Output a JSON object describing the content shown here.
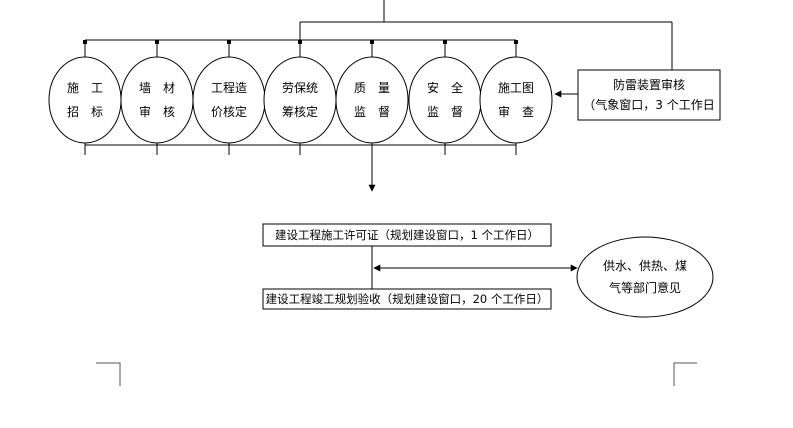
{
  "departments": [
    {
      "line1": "施　工",
      "line2": "招　标"
    },
    {
      "line1": "墙　材",
      "line2": "审　核"
    },
    {
      "line1": "工程造",
      "line2": "价核定"
    },
    {
      "line1": "劳保统",
      "line2": "筹核定"
    },
    {
      "line1": "质　量",
      "line2": "监　督"
    },
    {
      "line1": "安　全",
      "line2": "监　督"
    },
    {
      "line1": "施工图",
      "line2": "审　查"
    }
  ],
  "lightning_review": {
    "line1": "防雷装置审核",
    "line2": "（气象窗口，3 个工作日"
  },
  "construction_permit": "建设工程施工许可证（规划建设窗口，1 个工作日）",
  "completion_acceptance": "建设工程竣工规划验收（规划建设窗口，20 个工作日）",
  "utilities_opinion": {
    "line1": "供水、供热、煤",
    "line2": "气等部门意见"
  }
}
